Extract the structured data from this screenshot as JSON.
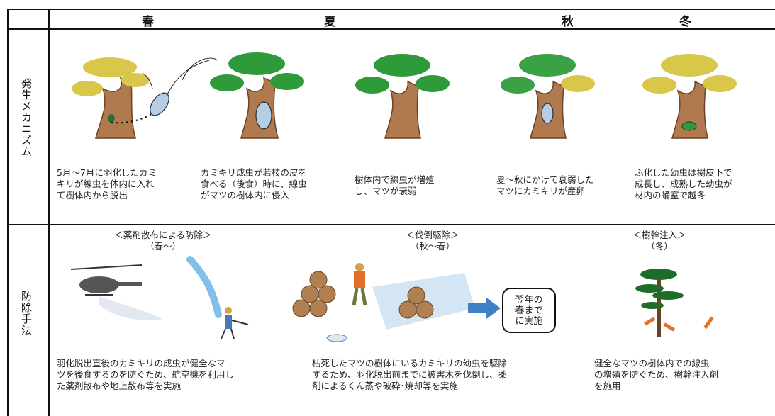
{
  "caption": "",
  "table": {
    "seasons": [
      "春",
      "夏",
      "秋",
      "冬"
    ],
    "rows": {
      "mechanism_label": "発生メカニズム",
      "control_label": "防除手法"
    }
  },
  "mechanism": [
    {
      "text": "5月～7月に羽化したカミ\nキリが線虫を体内に入れ\nて樹体内から脱出"
    },
    {
      "text": "カミキリ成虫が若枝の皮を\n食べる（後食）時に、線虫\nがマツの樹体内に侵入"
    },
    {
      "text": "樹体内で線虫が増殖\nし、マツが衰弱"
    },
    {
      "text": "夏～秋にかけて衰弱した\nマツにカミキリが産卵"
    },
    {
      "text": "ふ化した幼虫は樹皮下で\n成長し、成熟した幼虫が\n材内の蛹室で越冬"
    }
  ],
  "control": {
    "spray": {
      "title": "＜薬剤散布による防除＞\n（春～）",
      "text": "羽化脱出直後のカミキリの成虫が健全なマ\nツを後食するのを防ぐため、航空機を利用し\nた薬剤散布や地上散布等を実施"
    },
    "felling": {
      "title": "＜伐倒駆除＞\n（秋～春）",
      "text": "枯死したマツの樹体にいるカミキリの幼虫を駆除\nするため、羽化脱出前までに被害木を伐倒し、薬\n剤によるくん蒸や破砕･焼却等を実施",
      "note": "翌年の\n春まで\nに実施"
    },
    "injection": {
      "title": "＜樹幹注入＞\n（冬）",
      "text": "健全なマツの樹体内での線虫\nの増殖を防ぐため、樹幹注入剤\nを施用"
    }
  },
  "icons": {
    "tree": "pine-tree-icon",
    "beetle": "sawyer-beetle-icon",
    "helicopter": "helicopter-icon",
    "sprayer": "ground-sprayer-worker-icon",
    "logs": "log-pile-icon",
    "chainsaw_worker": "chainsaw-worker-icon",
    "arrow": "right-arrow-icon",
    "injection": "trunk-injection-icon"
  },
  "colors": {
    "foliage_yellow": "#d9c74a",
    "foliage_green": "#2f9a3a",
    "trunk": "#b07a4e",
    "arrow": "#3f7fc4",
    "grid": "#111111"
  }
}
